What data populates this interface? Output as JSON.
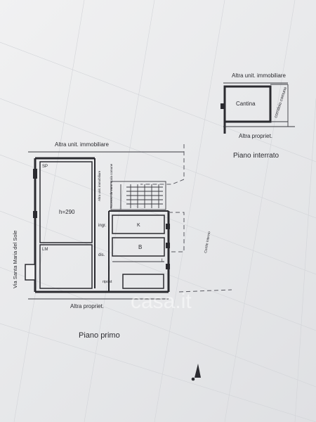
{
  "basement": {
    "north_label": "Altra unit. immobiliare",
    "room_label": "Cantina",
    "corridor_label": "corridoio comune",
    "south_label": "Altra propriet.",
    "title": "Piano interrato"
  },
  "first_floor": {
    "north_label": "Altra unit. immobiliare",
    "street_label": "Via Santa Maria del Sole",
    "south_label": "Altra propriet.",
    "title": "Piano primo",
    "courtyard_label": "Cortile interno",
    "stair_side_label": "Altra unit. immobiliare",
    "stair_access_label": "Accesso da vano scala comune",
    "height_label": "h=290",
    "rooms": {
      "sp": "SP",
      "lm": "LM",
      "ingr": "ingr.",
      "k": "K",
      "b": "B",
      "dis": "dis.",
      "ripost": "ripost",
      "l": "L"
    }
  },
  "watermark": "casa.it"
}
